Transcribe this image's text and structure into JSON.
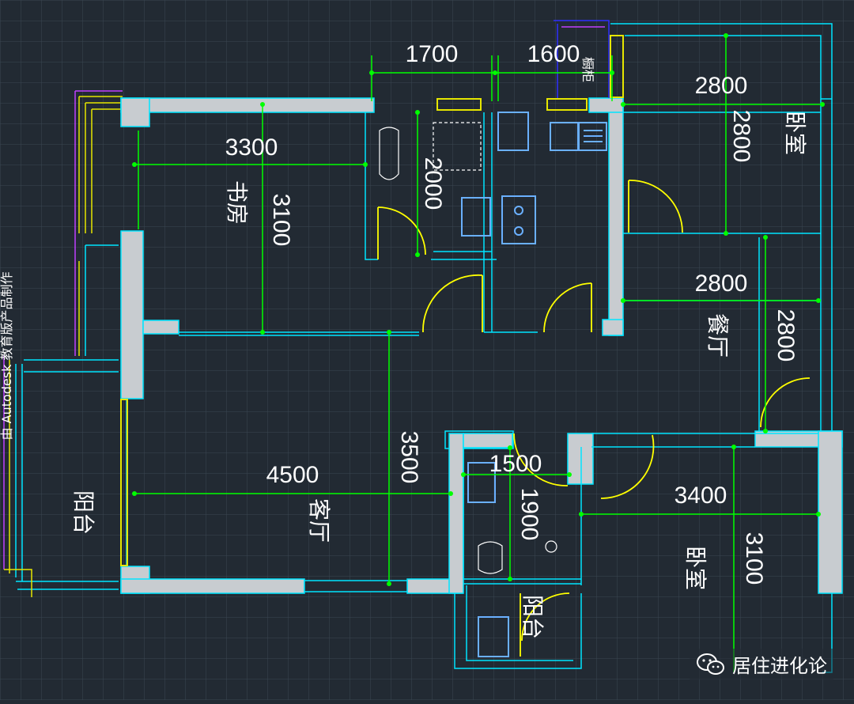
{
  "dimensions": {
    "d1700": "1700",
    "d1600": "1600",
    "d2800_top": "2800",
    "d2800_v1": "2800",
    "d3300": "3300",
    "d3100_a": "3100",
    "d2000": "2000",
    "d2800_mid": "2800",
    "d2800_v2": "2800",
    "d4500": "4500",
    "d3500": "3500",
    "d1500": "1500",
    "d1900": "1900",
    "d3400": "3400",
    "d3100_b": "3100"
  },
  "rooms": {
    "study": "书房",
    "bedroom_1": "卧室",
    "dining": "餐厅",
    "living": "客厅",
    "balcony_left": "阳台",
    "bedroom_2": "卧室",
    "balcony_small": "阳台",
    "cabinet": "橱柜"
  },
  "side_note": "由 Autodesk 教育版产品制作",
  "watermark": {
    "icon": "wechat-icon",
    "text": "居住进化论"
  },
  "colors": {
    "background": "#222a33",
    "grid": "#3a4652",
    "wall": "#c8ccd0",
    "wall_outline": "#00e5ff",
    "dimension": "#00ff00",
    "door": "#ffff00",
    "window": "#e6e600",
    "fixture": "#6ab0ff",
    "purple": "#c040ff"
  }
}
